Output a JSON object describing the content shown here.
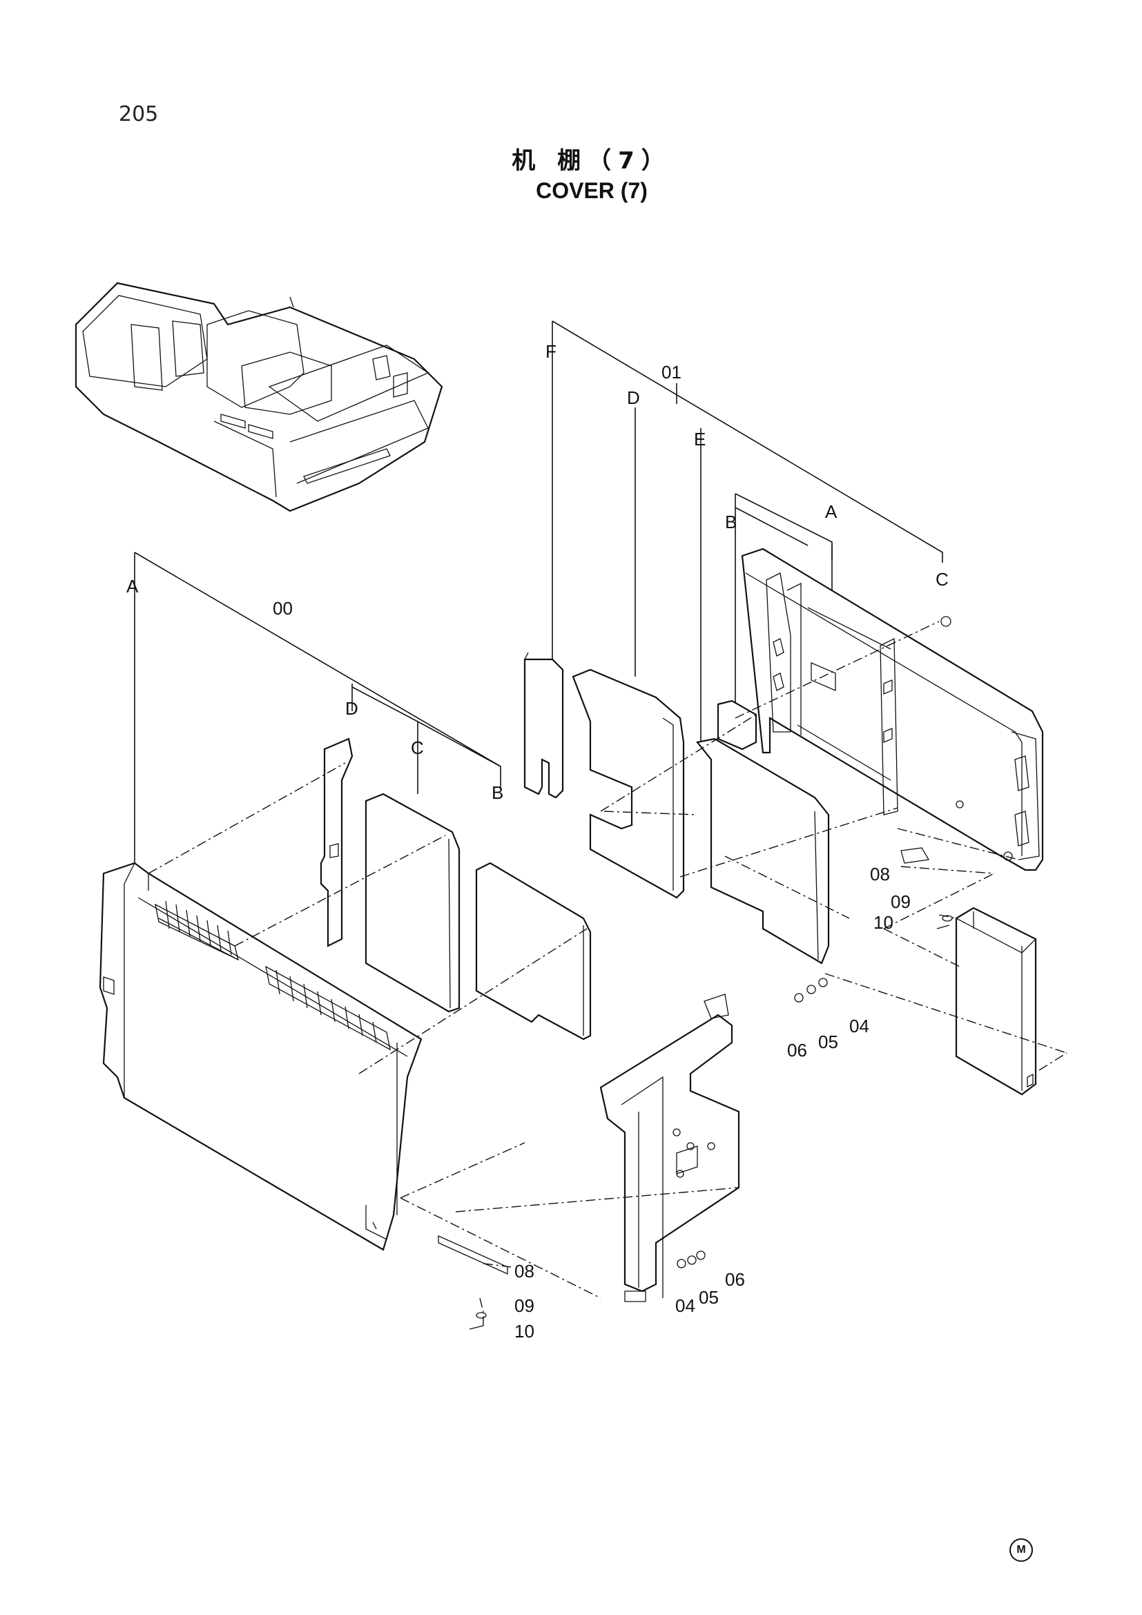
{
  "page": {
    "number": "205"
  },
  "title": {
    "cn": "机 棚（7）",
    "en": "COVER (7)"
  },
  "labels": {
    "F": "F",
    "D": "D",
    "E": "E",
    "B": "B",
    "A": "A",
    "C": "C",
    "p00": "00",
    "p01": "01",
    "p04": "04",
    "p05": "05",
    "p06": "06",
    "p08": "08",
    "p09": "09",
    "p10": "10"
  },
  "mark": "M"
}
